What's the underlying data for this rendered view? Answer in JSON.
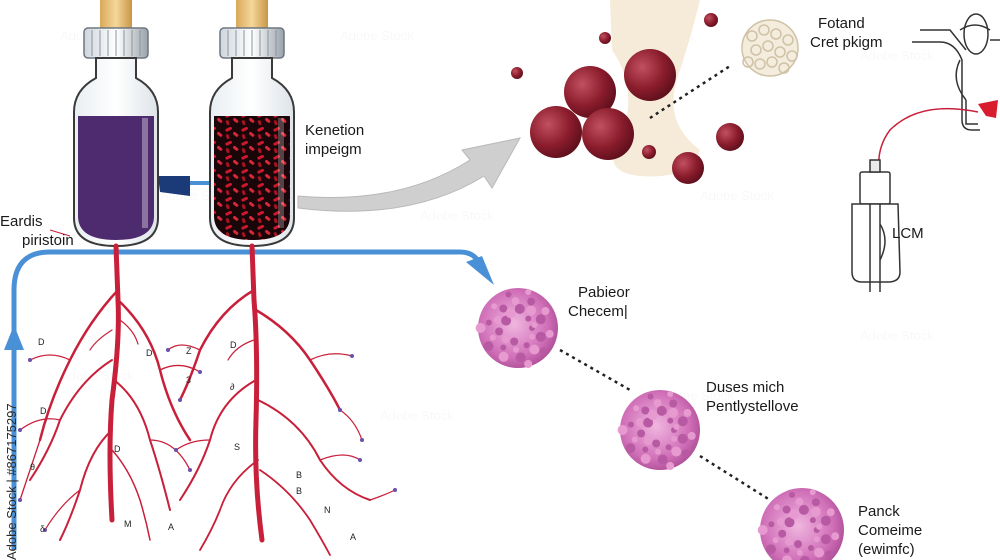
{
  "labels": {
    "tube1": [
      "Eardis",
      "piristoin"
    ],
    "tube2": [
      "Kenetion",
      "impeigm"
    ],
    "top_right": [
      "Fotand",
      "Cret pkigm"
    ],
    "device": "LCM",
    "cluster1": [
      "Pabieor",
      "Checem|"
    ],
    "cluster2": [
      "Duses mich",
      "Pentlystellove"
    ],
    "cluster3": [
      "Panck",
      "Comeime",
      "(ewimfc)"
    ]
  },
  "root_letters_left": [
    "D",
    "D",
    "Z",
    "3",
    "D",
    "D",
    "θ",
    "M",
    "A",
    "δ"
  ],
  "root_letters_right": [
    "D",
    "∂",
    "S",
    "B",
    "N",
    "A",
    "B"
  ],
  "watermark_id": "Adobe Stock | #867175297",
  "colors": {
    "purple_liquid": "#4e2a6e",
    "blood_red": "#b4162e",
    "vessel_red": "#c8203a",
    "sphere_red": "#8a1c2c",
    "arrow_blue": "#4a90d6",
    "cluster_pink": "#d06fb8",
    "arrow_gray": "#c8c8c8"
  },
  "icons": [
    "dropper-cap-icon",
    "arrow-icon",
    "blood-sphere-icon",
    "pathogen-cluster-icon",
    "device-icon"
  ]
}
